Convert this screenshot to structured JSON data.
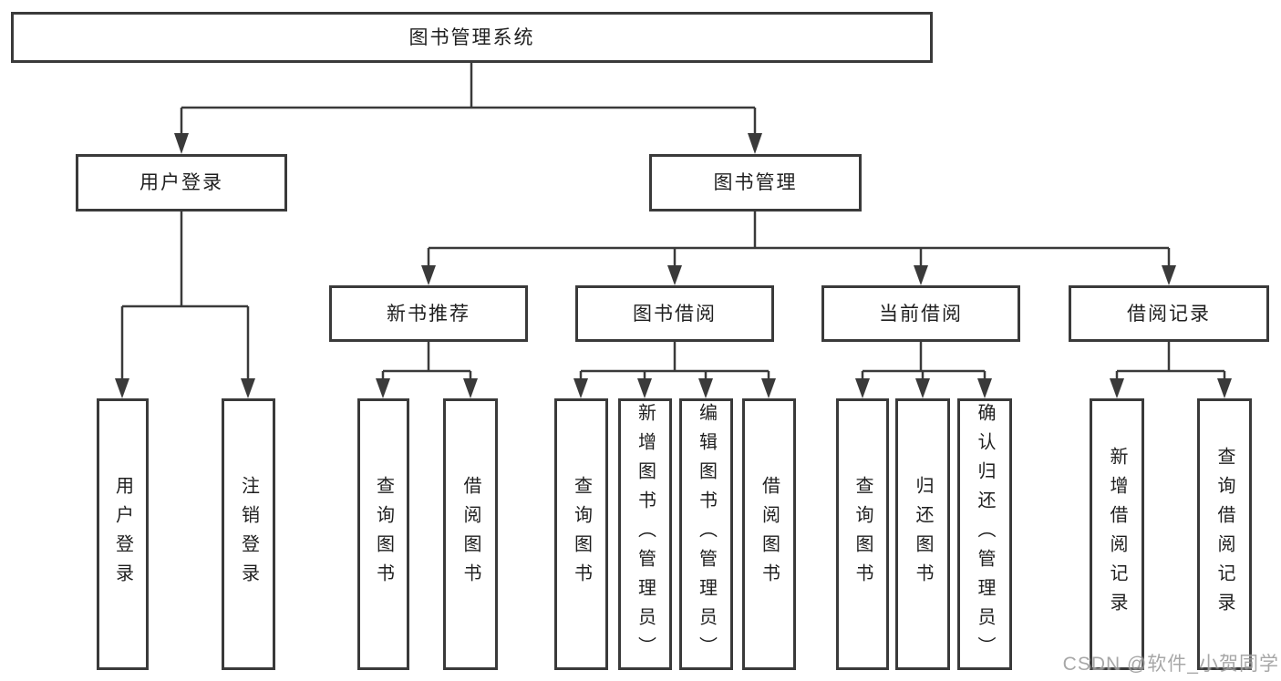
{
  "tree": {
    "label": "图书管理系统",
    "children": [
      {
        "label": "用户登录",
        "children": [
          {
            "label": "用户登录"
          },
          {
            "label": "注销登录"
          }
        ]
      },
      {
        "label": "图书管理",
        "children": [
          {
            "label": "新书推荐",
            "children": [
              {
                "label": "查询图书"
              },
              {
                "label": "借阅图书"
              }
            ]
          },
          {
            "label": "图书借阅",
            "children": [
              {
                "label": "查询图书"
              },
              {
                "label": "新增图书（管理员）"
              },
              {
                "label": "编辑图书（管理员）"
              },
              {
                "label": "借阅图书"
              }
            ]
          },
          {
            "label": "当前借阅",
            "children": [
              {
                "label": "查询图书"
              },
              {
                "label": "归还图书"
              },
              {
                "label": "确认归还（管理员）"
              }
            ]
          },
          {
            "label": "借阅记录",
            "children": [
              {
                "label": "新增借阅记录"
              },
              {
                "label": "查询借阅记录"
              }
            ]
          }
        ]
      }
    ]
  },
  "watermark": {
    "text": "CSDN @软件_小贺同学"
  },
  "colors": {
    "line": "#3a3a3a",
    "text": "#1f1f1f",
    "watermark": "#9c9c9c",
    "background": "#ffffff"
  }
}
